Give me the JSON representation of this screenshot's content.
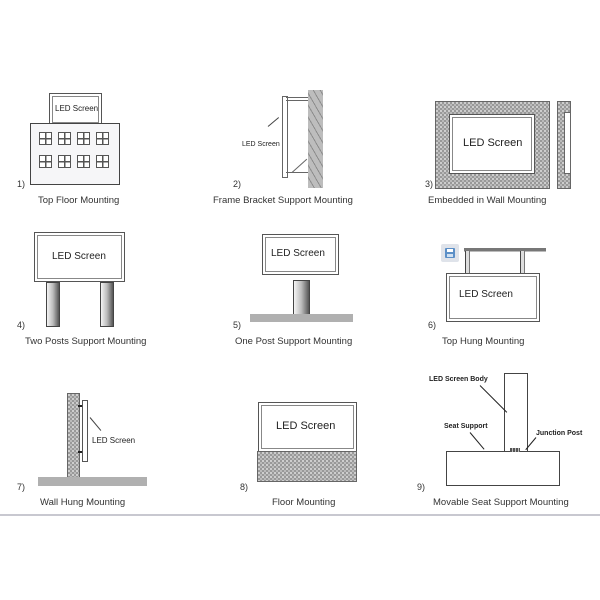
{
  "figure": {
    "screen_label": "LED Screen",
    "panels": [
      {
        "number": "1)",
        "caption": "Top Floor Mounting"
      },
      {
        "number": "2)",
        "caption": "Frame Bracket Support Mounting"
      },
      {
        "number": "3)",
        "caption": "Embedded in Wall Mounting"
      },
      {
        "number": "4)",
        "caption": "Two Posts Support Mounting"
      },
      {
        "number": "5)",
        "caption": "One Post Support Mounting"
      },
      {
        "number": "6)",
        "caption": "Top Hung Mounting"
      },
      {
        "number": "7)",
        "caption": "Wall Hung Mounting"
      },
      {
        "number": "8)",
        "caption": "Floor Mounting"
      },
      {
        "number": "9)",
        "caption": "Movable Seat Support Mounting"
      }
    ],
    "panel9_labels": {
      "body": "LED Screen Body",
      "seat": "Seat Support",
      "junction": "Junction Post"
    },
    "overlay_icon": "save-icon"
  }
}
